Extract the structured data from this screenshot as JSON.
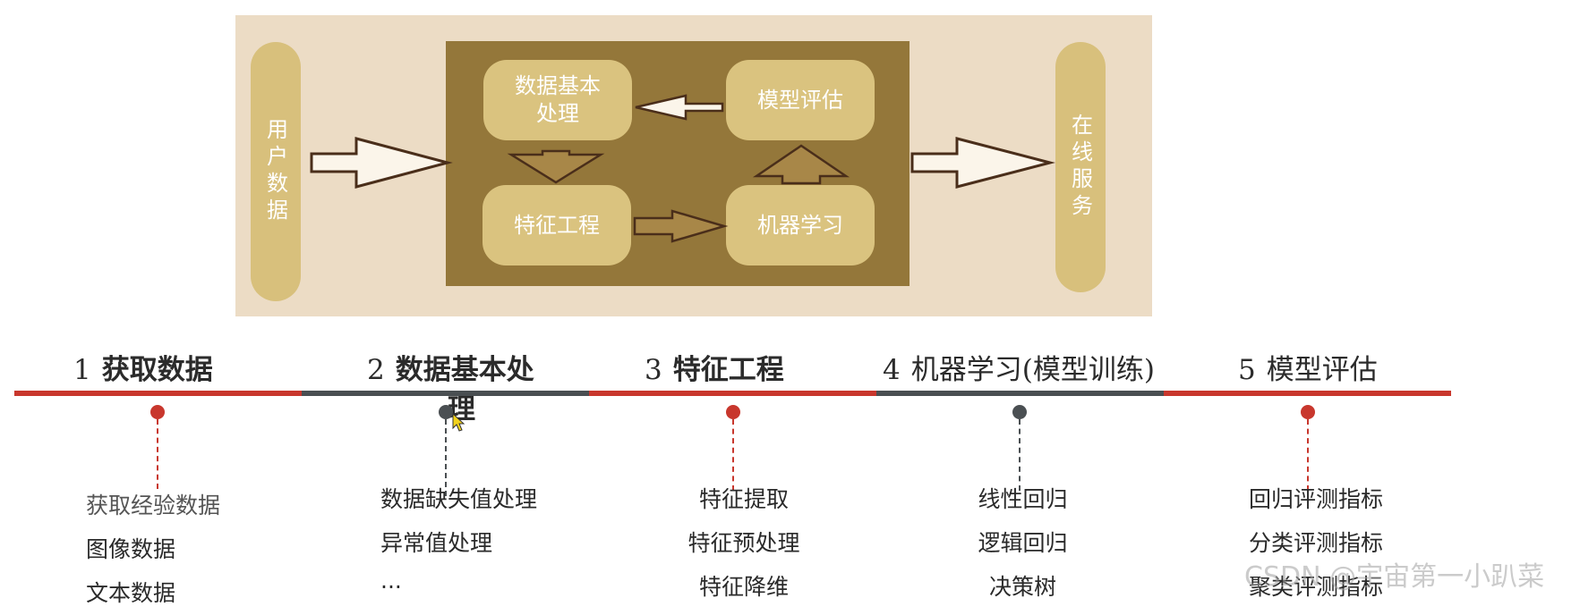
{
  "diagram": {
    "left_pill": "用户数据",
    "right_pill": "在线服务",
    "nodes": {
      "preprocess": [
        "数据基本",
        "处理"
      ],
      "evaluate": "模型评估",
      "feature": "特征工程",
      "learning": "机器学习"
    }
  },
  "steps": [
    {
      "num": "1",
      "title": "获取数据",
      "items": [
        "获取经验数据",
        "图像数据",
        "文本数据"
      ]
    },
    {
      "num": "2",
      "title_line1": "数据基本处",
      "title_line2": "理",
      "items": [
        "数据缺失值处理",
        "异常值处理",
        "···"
      ]
    },
    {
      "num": "3",
      "title": "特征工程",
      "items": [
        "特征提取",
        "特征预处理",
        "特征降维"
      ]
    },
    {
      "num": "4",
      "title": "机器学习(模型训练)",
      "items": [
        "线性回归",
        "逻辑回归",
        "决策树"
      ]
    },
    {
      "num": "5",
      "title": "模型评估",
      "items": [
        "回归评测指标",
        "分类评测指标",
        "聚类评测指标"
      ]
    }
  ],
  "colors": {
    "red": "#c8372d",
    "dark": "#4a4f52",
    "diagram_bg": "#ecdcc5",
    "core_bg": "#94773a",
    "node": "#dac37f"
  },
  "watermark": "CSDN @宇宙第一小趴菜"
}
